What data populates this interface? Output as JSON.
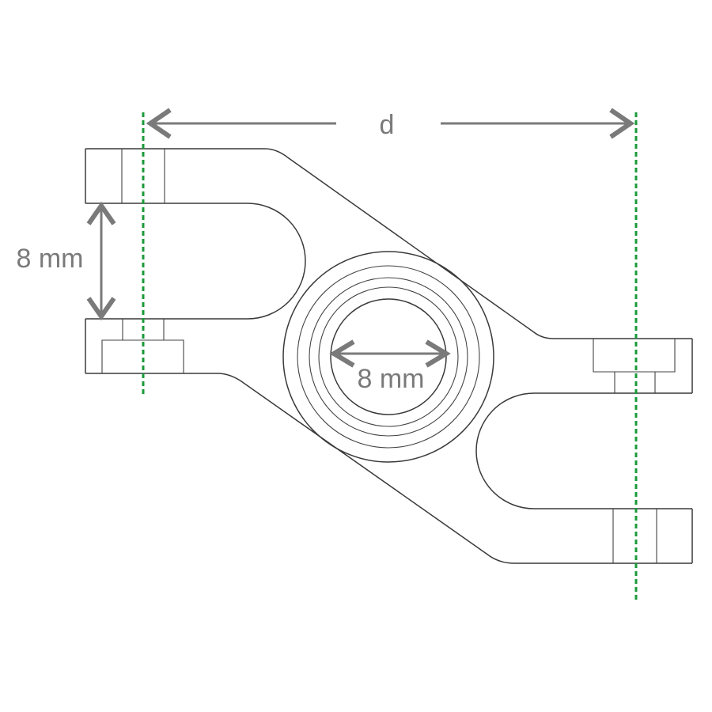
{
  "diagram": {
    "title": "Servo horn / link part dimension drawing",
    "colors": {
      "outline": "#3a3a3a",
      "dimension": "#7a7a7a",
      "reference_line": "#1a9a3a",
      "background": "#ffffff"
    },
    "labels": {
      "distance": "d",
      "gap_height": "8 mm",
      "bore_diameter": "8 mm"
    },
    "annotations": [
      {
        "id": "distance-d",
        "text": "d",
        "meaning": "horizontal distance between the two green reference axes"
      },
      {
        "id": "gap-8mm",
        "text": "8 mm",
        "meaning": "vertical gap between left fork prongs"
      },
      {
        "id": "bore-8mm",
        "text": "8 mm",
        "meaning": "inner bore diameter of central hub"
      }
    ]
  }
}
